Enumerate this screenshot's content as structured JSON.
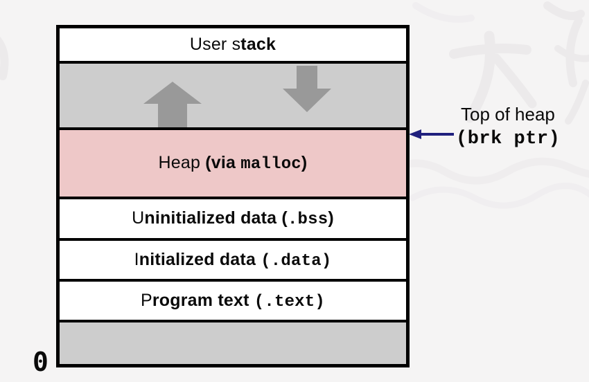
{
  "colors": {
    "background": "#f5f4f4",
    "box_border": "#000000",
    "row_white": "#ffffff",
    "row_gray": "#cdcdcd",
    "heap_pink": "#eec8c8",
    "block_arrow_gray": "#999999",
    "pointer_navy": "#20207d",
    "text": "#0a0a0a",
    "watermark": "#eceaeb"
  },
  "diagram": {
    "rows": [
      {
        "id": "user-stack",
        "runs": [
          {
            "text": "User s",
            "style": "sans"
          },
          {
            "text": "tack",
            "style": "sans-bold"
          }
        ]
      },
      {
        "id": "growth-gap",
        "runs": []
      },
      {
        "id": "heap",
        "runs": [
          {
            "text": "Heap ",
            "style": "sans"
          },
          {
            "text": "(via ",
            "style": "sans-bold"
          },
          {
            "text": "malloc",
            "style": "mono-bold"
          },
          {
            "text": ")",
            "style": "sans-bold"
          }
        ]
      },
      {
        "id": "bss",
        "runs": [
          {
            "text": "U",
            "style": "sans"
          },
          {
            "text": "ninitialized data (",
            "style": "sans-bold"
          },
          {
            "text": ".bss",
            "style": "mono-bold"
          },
          {
            "text": ")",
            "style": "sans-bold"
          }
        ]
      },
      {
        "id": "data",
        "runs": [
          {
            "text": "I",
            "style": "sans"
          },
          {
            "text": "nitialized data ",
            "style": "sans-bold"
          },
          {
            "text": "(.data)",
            "style": "mono-bold"
          }
        ]
      },
      {
        "id": "text",
        "runs": [
          {
            "text": "P",
            "style": "sans"
          },
          {
            "text": "rogram text ",
            "style": "sans-bold"
          },
          {
            "text": "(.text)",
            "style": "mono-bold"
          }
        ]
      },
      {
        "id": "low-gray",
        "runs": []
      }
    ],
    "origin_label": "0"
  },
  "annotation": {
    "top_of_heap": "Top of heap",
    "brk_ptr": "(brk ptr)"
  },
  "icons": {
    "up_block_arrow": "heap-grows-up-arrow",
    "down_block_arrow": "stack-grows-down-arrow",
    "pointer_arrow": "brk-pointer-left-arrow"
  }
}
